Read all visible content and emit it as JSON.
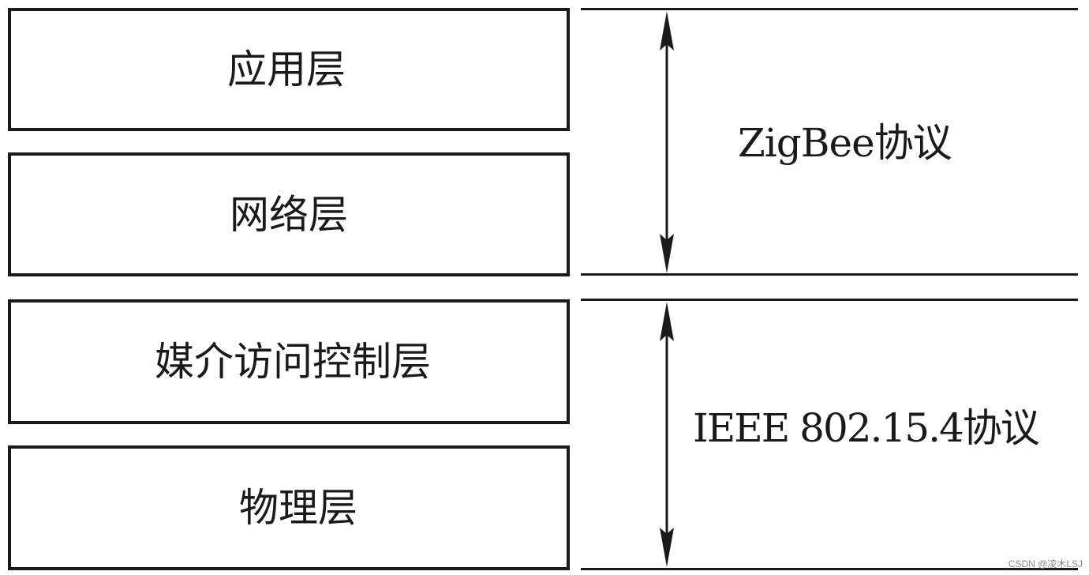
{
  "layers": [
    {
      "label": "应用层"
    },
    {
      "label": "网络层"
    },
    {
      "label": "媒介访问控制层"
    },
    {
      "label": "物理层"
    }
  ],
  "protocols": [
    {
      "label": "ZigBee协议",
      "covers": [
        "应用层",
        "网络层"
      ]
    },
    {
      "label": "IEEE 802.15.4协议",
      "covers": [
        "媒介访问控制层",
        "物理层"
      ]
    }
  ],
  "watermark": "CSDN @凌木LSJ",
  "colors": {
    "stroke": "#1a1a1a",
    "background": "#ffffff",
    "watermark": "#8a8a8a"
  }
}
